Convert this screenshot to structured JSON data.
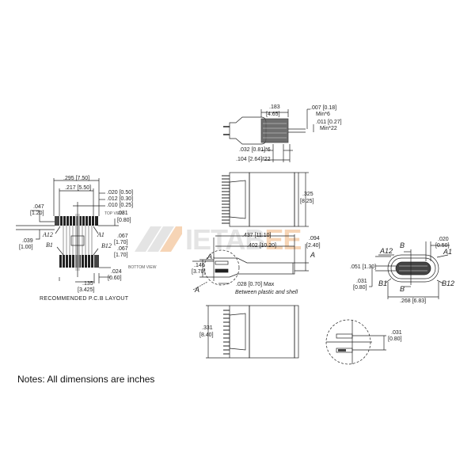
{
  "watermark": {
    "main": "IETAB",
    "accent": "EE",
    "main_color": "#c8c8c8",
    "accent_color": "#f0b27a"
  },
  "notes": "Notes: All dimensions are inches",
  "pcb_layout": {
    "caption": "RECOMMENDED P.C.B LAYOUT",
    "top_view_label": "TOP VIEW",
    "bottom_view_label": "BOTTOM VIEW",
    "dims": {
      "d295": ".295 [7.50]",
      "d217": ".217 [5.50]",
      "d020": ".020 [0.50]",
      "d012": ".012 [0.30]",
      "d010": ".010 [0.25]",
      "d031_in": ".031",
      "d031_mm": "[0.80]",
      "d047_in": ".047",
      "d047_mm": "[1.20]",
      "d039_in": ".039",
      "d039_mm": "[1.00]",
      "d067a_in": ".067",
      "d067a_mm": "[1.70]",
      "d067b_in": ".067",
      "d067b_mm": "[1.70]",
      "d024_in": ".024",
      "d024_mm": "[0.60]",
      "d135_in": ".135",
      "d135_mm": "[3.425]"
    },
    "pins": {
      "a12": "A12",
      "a1": "A1",
      "b1": "B1",
      "b12": "B12"
    }
  },
  "side_top": {
    "d183_in": ".183",
    "d183_mm": "[4.65]",
    "d007": ".007 [0.18]",
    "d007_note": "Min*6",
    "d011": ".011 [0.27]",
    "d011_note": "Min*22",
    "d032": ".032 [0.81]*6",
    "d104": ".104 [2.64]*22"
  },
  "top_body": {
    "d325_in": ".325",
    "d325_mm": "[8.25]"
  },
  "side_view": {
    "d437": ".437 [11.10]",
    "d402": ".402 [10.20]",
    "d094_in": ".094",
    "d094_mm": "[2.40]",
    "d146_in": ".146",
    "d146_mm": "[3.70]",
    "d028": ".028 [0.70] Max",
    "d028_note": "Between plastic and shell",
    "section_a": "A"
  },
  "bottom_body": {
    "d331_in": ".331",
    "d331_mm": "[8.40]"
  },
  "front_view": {
    "a12": "A12",
    "a1": "A1",
    "b1": "B1",
    "b12": "B12",
    "section_b": "B",
    "d020_in": ".020",
    "d020_mm": "[0.50]",
    "d051": ".051 [1.30]",
    "d031_in": ".031",
    "d031_mm": "[0.80]",
    "d268": ".268 [6.83]"
  },
  "detail_a": {
    "d031_in": ".031",
    "d031_mm": "[0.80]"
  }
}
